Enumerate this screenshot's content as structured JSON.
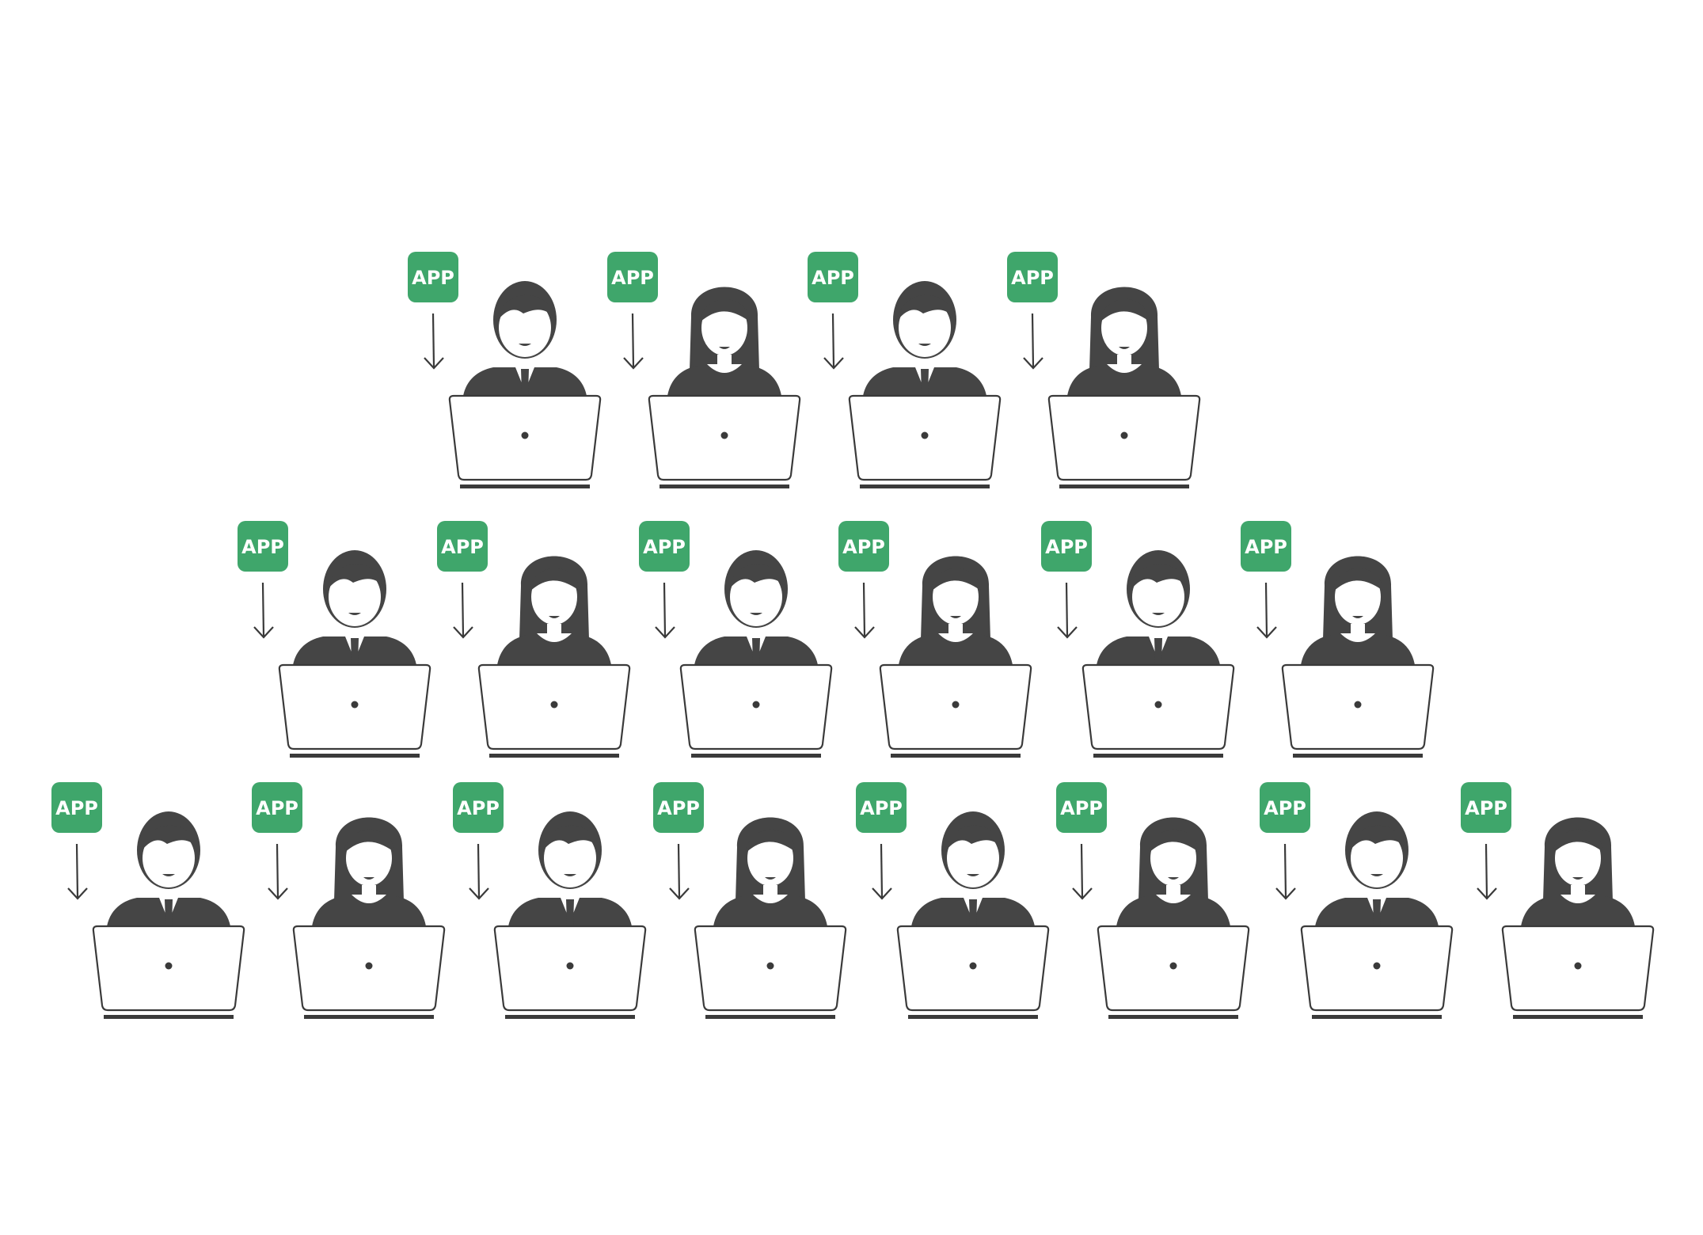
{
  "badge_label": "APP",
  "colors": {
    "badge": "#3fa66b",
    "figure": "#454545",
    "outline": "#3a3a3a",
    "background": "#ffffff"
  },
  "rows": [
    {
      "figures": [
        "man",
        "woman",
        "man",
        "woman"
      ]
    },
    {
      "figures": [
        "man",
        "woman",
        "man",
        "woman",
        "man",
        "woman"
      ]
    },
    {
      "figures": [
        "man",
        "woman",
        "man",
        "woman",
        "man",
        "woman",
        "man",
        "woman"
      ]
    }
  ]
}
